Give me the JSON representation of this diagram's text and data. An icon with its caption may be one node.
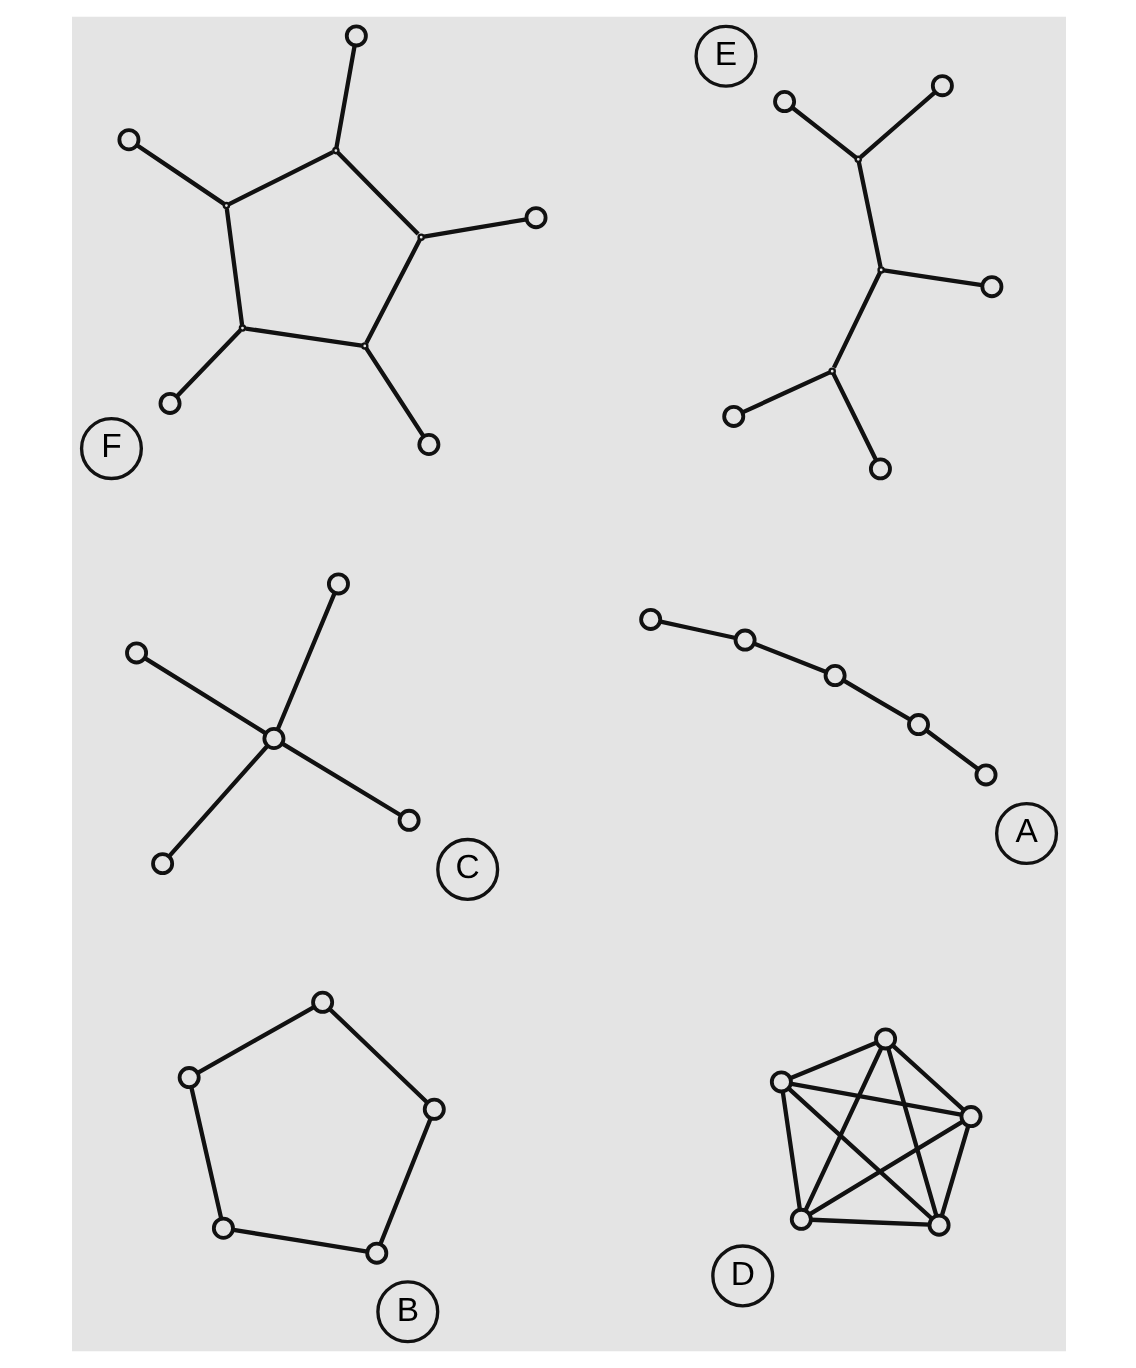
{
  "diagram": {
    "nodes": [
      {
        "text": [
          "A"
        ]
      },
      {
        "text": [],
        "shape": "circle"
      },
      {
        "text": [],
        "shape": "circle"
      },
      {
        "text": [],
        "shape": "circle"
      },
      {
        "text": [],
        "shape": "circle"
      },
      {
        "text": [],
        "shape": "circle"
      },
      {
        "text": [
          "B"
        ]
      },
      {
        "text": [],
        "shape": "circle"
      },
      {
        "text": [],
        "shape": "circle"
      },
      {
        "text": [],
        "shape": "circle"
      },
      {
        "text": [],
        "shape": "circle"
      },
      {
        "text": [],
        "shape": "circle"
      },
      {
        "text": [
          "C"
        ]
      },
      {
        "text": [],
        "shape": "circle"
      },
      {
        "text": [],
        "shape": "circle"
      },
      {
        "text": [],
        "shape": "circle"
      },
      {
        "text": [],
        "shape": "circle"
      },
      {
        "text": [],
        "shape": "circle"
      },
      {
        "text": [
          "D"
        ]
      },
      {
        "text": [],
        "shape": "circle"
      },
      {
        "text": [],
        "shape": "circle"
      },
      {
        "text": [],
        "shape": "circle"
      },
      {
        "text": [],
        "shape": "circle"
      },
      {
        "text": [],
        "shape": "circle"
      },
      {
        "text": [
          "E"
        ]
      },
      {
        "text": [],
        "shape": "circle"
      },
      {
        "text": [],
        "shape": "circle"
      },
      {
        "text": [],
        "shape": "circle"
      },
      {
        "text": [],
        "shape": "circle"
      },
      {
        "text": [],
        "shape": "circle"
      },
      {
        "text": [],
        "shape": "point"
      },
      {
        "text": [],
        "shape": "point"
      },
      {
        "text": [],
        "shape": "point"
      },
      {
        "text": [
          "F"
        ]
      },
      {
        "text": [],
        "shape": "circle"
      },
      {
        "text": [],
        "shape": "circle"
      },
      {
        "text": [],
        "shape": "circle"
      },
      {
        "text": [],
        "shape": "circle"
      },
      {
        "text": [],
        "shape": "circle"
      },
      {
        "text": [],
        "shape": "point"
      },
      {
        "text": [],
        "shape": "point"
      },
      {
        "text": [],
        "shape": "point"
      },
      {
        "text": [],
        "shape": "point"
      },
      {
        "text": [],
        "shape": "point"
      }
    ],
    "edges": [
      {
        "from": 1,
        "to": 4,
        "arrow": "none"
      },
      {
        "from": 4,
        "to": 5,
        "arrow": "none"
      },
      {
        "from": 5,
        "to": 3,
        "arrow": "none"
      },
      {
        "from": 3,
        "to": 2,
        "arrow": "none"
      },
      {
        "from": 7,
        "to": 10,
        "arrow": "none"
      },
      {
        "from": 10,
        "to": 11,
        "arrow": "none"
      },
      {
        "from": 11,
        "to": 9,
        "arrow": "none"
      },
      {
        "from": 9,
        "to": 8,
        "arrow": "none"
      },
      {
        "from": 8,
        "to": 7,
        "arrow": "none"
      },
      {
        "from": 16,
        "to": 13,
        "arrow": "none"
      },
      {
        "from": 16,
        "to": 14,
        "arrow": "none"
      },
      {
        "from": 16,
        "to": 15,
        "arrow": "none"
      },
      {
        "from": 16,
        "to": 17,
        "arrow": "none"
      },
      {
        "from": 19,
        "to": 20,
        "arrow": "none"
      },
      {
        "from": 19,
        "to": 21,
        "arrow": "none"
      },
      {
        "from": 19,
        "to": 22,
        "arrow": "none"
      },
      {
        "from": 19,
        "to": 23,
        "arrow": "none"
      },
      {
        "from": 20,
        "to": 21,
        "arrow": "none"
      },
      {
        "from": 20,
        "to": 22,
        "arrow": "none"
      },
      {
        "from": 20,
        "to": 23,
        "arrow": "none"
      },
      {
        "from": 21,
        "to": 22,
        "arrow": "none"
      },
      {
        "from": 21,
        "to": 23,
        "arrow": "none"
      },
      {
        "from": 22,
        "to": 23,
        "arrow": "none"
      },
      {
        "from": 25,
        "to": 30,
        "arrow": "none"
      },
      {
        "from": 28,
        "to": 30,
        "arrow": "none"
      },
      {
        "from": 30,
        "to": 31,
        "arrow": "none"
      },
      {
        "from": 31,
        "to": 29,
        "arrow": "none"
      },
      {
        "from": 31,
        "to": 32,
        "arrow": "none"
      },
      {
        "from": 32,
        "to": 26,
        "arrow": "none"
      },
      {
        "from": 32,
        "to": 27,
        "arrow": "none"
      },
      {
        "from": 34,
        "to": 39,
        "arrow": "none"
      },
      {
        "from": 39,
        "to": 40,
        "arrow": "none"
      },
      {
        "from": 40,
        "to": 37,
        "arrow": "none"
      },
      {
        "from": 40,
        "to": 41,
        "arrow": "none"
      },
      {
        "from": 41,
        "to": 38,
        "arrow": "none"
      },
      {
        "from": 41,
        "to": 43,
        "arrow": "none"
      },
      {
        "from": 43,
        "to": 36,
        "arrow": "none"
      },
      {
        "from": 43,
        "to": 42,
        "arrow": "none"
      },
      {
        "from": 42,
        "to": 35,
        "arrow": "none"
      },
      {
        "from": 42,
        "to": 39,
        "arrow": "none"
      }
    ]
  }
}
